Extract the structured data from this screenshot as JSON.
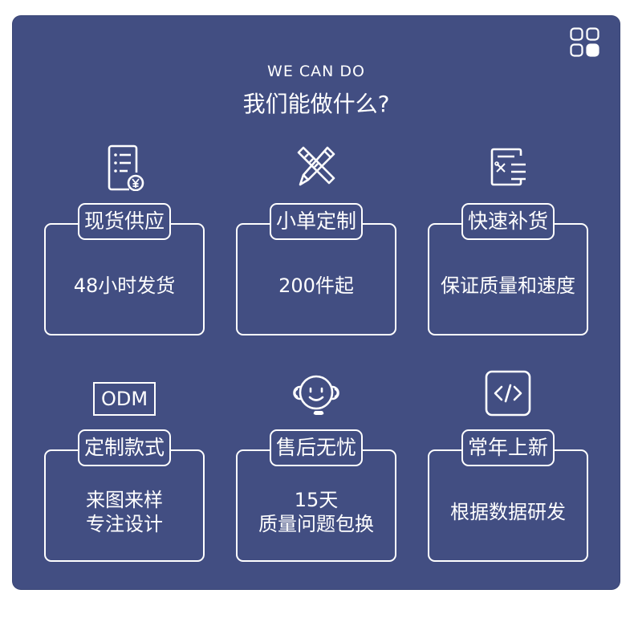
{
  "header": {
    "subtitle": "WE CAN DO",
    "title": "我们能做什么?"
  },
  "cards": [
    {
      "tag": "现货供应",
      "lines": [
        "48小时发货"
      ],
      "icon": "document-yen-icon"
    },
    {
      "tag": "小单定制",
      "lines": [
        "200件起"
      ],
      "icon": "pencil-ruler-icon"
    },
    {
      "tag": "快速补货",
      "lines": [
        "保证质量和速度"
      ],
      "icon": "tools-document-icon"
    },
    {
      "tag": "定制款式",
      "lines": [
        "来图来样",
        "专注设计"
      ],
      "icon": "odm-icon",
      "icon_text": "ODM"
    },
    {
      "tag": "售后无忧",
      "lines": [
        "15天",
        "质量问题包换"
      ],
      "icon": "customer-service-icon"
    },
    {
      "tag": "常年上新",
      "lines": [
        "根据数据研发"
      ],
      "icon": "code-icon"
    }
  ],
  "colors": {
    "panel": "#424e82",
    "foreground": "#ffffff"
  }
}
